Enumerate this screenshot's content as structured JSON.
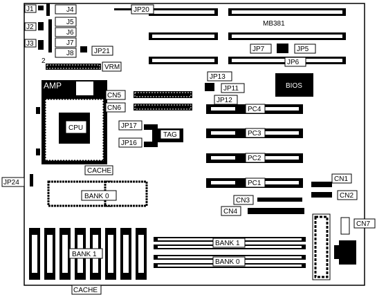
{
  "board": {
    "model": "MB381",
    "bios": "BIOS",
    "amp": "AMP",
    "cpu": "CPU",
    "vrm": "VRM",
    "tag": "TAG",
    "pin_mark": "2"
  },
  "jumpers": {
    "jp1": "J1",
    "jp4": "J4",
    "jp2": "J2",
    "jp5": "J5",
    "jp6": "J6",
    "jp3": "J3",
    "jp7": "J7",
    "jp8": "J8",
    "jp21": "JP21",
    "jp20": "JP20",
    "jp7b": "JP7",
    "jp5b": "JP5",
    "jp6b": "JP6",
    "jp13": "JP13",
    "jp11": "JP11",
    "jp12": "JP12",
    "jp17": "JP17",
    "jp16": "JP16",
    "jp24": "JP24"
  },
  "connectors": {
    "cn5": "CN5",
    "cn6": "CN6",
    "cn1": "CN1",
    "cn2": "CN2",
    "cn3": "CN3",
    "cn4": "CN4",
    "cn7": "CN7"
  },
  "slots": {
    "pc4": "PC4",
    "pc3": "PC3",
    "pc2": "PC2",
    "pc1": "PC1"
  },
  "memory": {
    "cache_top": "CACHE",
    "bank0_cache": "BANK 0",
    "bank1_left": "BANK 1",
    "cache_bottom": "CACHE",
    "simm_bank1": "BANK 1",
    "simm_bank0": "BANK 0"
  }
}
